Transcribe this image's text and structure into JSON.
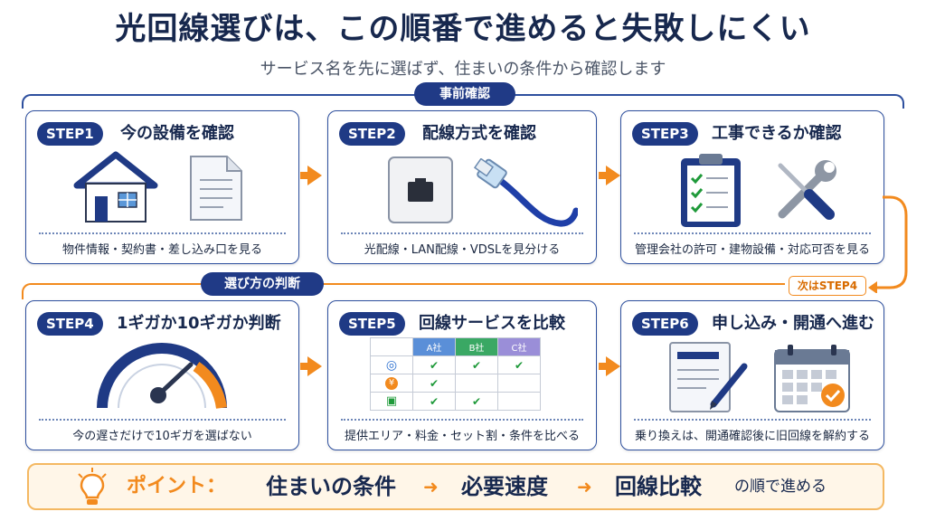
{
  "header": {
    "title": "光回線選びは、この順番で進めると失敗しにくい",
    "subtitle": "サービス名を先に選ばず、住まいの条件から確認します"
  },
  "sections": {
    "pre_check": "事前確認",
    "decision": "選び方の判断"
  },
  "steps": [
    {
      "badge": "STEP1",
      "title": "今の設備を確認",
      "caption": "物件情報・契約書・差し込み口を見る"
    },
    {
      "badge": "STEP2",
      "title": "配線方式を確認",
      "caption": "光配線・LAN配線・VDSLを見分ける"
    },
    {
      "badge": "STEP3",
      "title": "工事できるか確認",
      "caption": "管理会社の許可・建物設備・対応可否を見る"
    },
    {
      "badge": "STEP4",
      "title": "1ギガか10ギガか判断",
      "caption": "今の遅さだけで10ギガを選ばない"
    },
    {
      "badge": "STEP5",
      "title": "回線サービスを比較",
      "caption": "提供エリア・料金・セット割・条件を比べる"
    },
    {
      "badge": "STEP6",
      "title": "申し込み・開通へ進む",
      "caption": "乗り換えは、開通確認後に旧回線を解約する"
    }
  ],
  "next_tag": "次はSTEP4",
  "comparison_table": {
    "columns": [
      "A社",
      "B社",
      "C社"
    ],
    "row_icons": [
      "globe-icon",
      "yen-coin-icon",
      "gift-icon"
    ],
    "checks": [
      [
        true,
        true,
        true
      ],
      [
        true,
        false,
        false
      ],
      [
        true,
        true,
        false
      ]
    ]
  },
  "point": {
    "label": "ポイント：",
    "item1": "住まいの条件",
    "item2": "必要速度",
    "item3": "回線比較",
    "suffix": "の順で進める"
  },
  "colors": {
    "navy": "#1f3a85",
    "orange": "#f28a1e",
    "green_check": "#1f9a3a",
    "point_bg": "#fff6e8"
  }
}
